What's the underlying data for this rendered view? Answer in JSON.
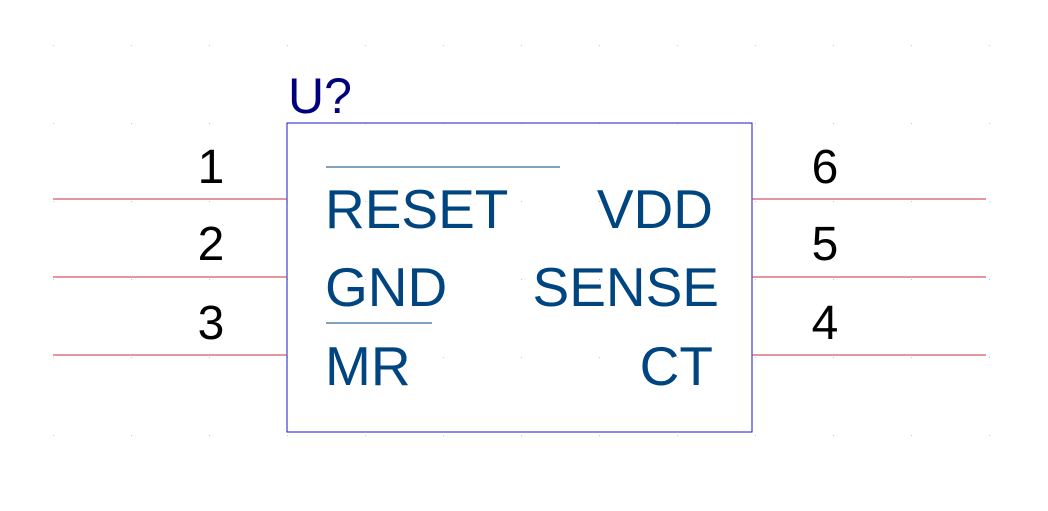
{
  "component": {
    "designator": "U?",
    "colors": {
      "body_outline": "#1a1acc",
      "pin_line": "#c8323c",
      "pin_name": "#00457f",
      "pin_number": "#000000",
      "designator": "#00007f",
      "grid_dot": "#c8c8c8"
    },
    "pins": [
      {
        "number": "1",
        "name": "RESET",
        "overbar": true
      },
      {
        "number": "2",
        "name": "GND",
        "overbar": false
      },
      {
        "number": "3",
        "name": "MR",
        "overbar": true
      },
      {
        "number": "6",
        "name": "VDD",
        "overbar": false
      },
      {
        "number": "5",
        "name": "SENSE",
        "overbar": false
      },
      {
        "number": "4",
        "name": "CT",
        "overbar": false
      }
    ]
  }
}
